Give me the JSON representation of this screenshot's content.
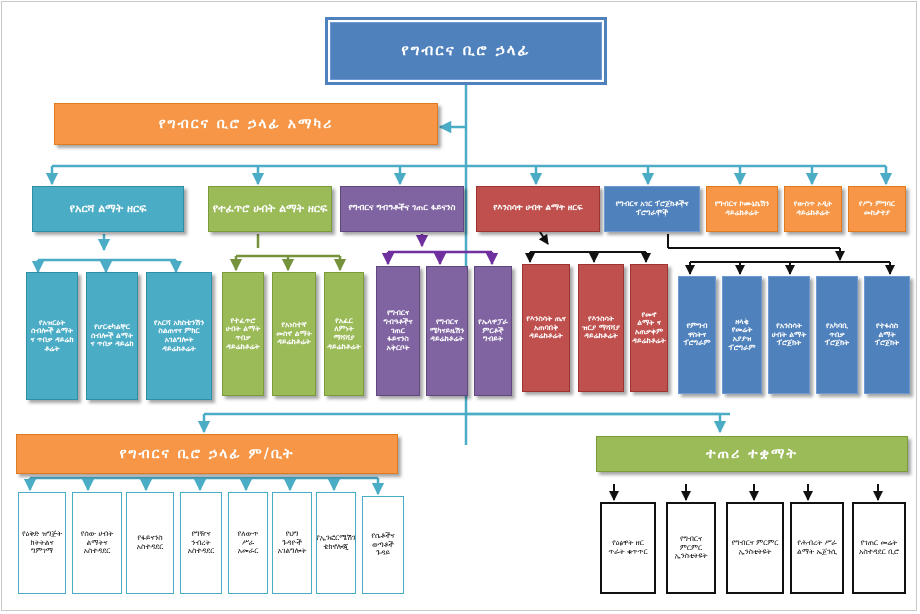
{
  "root": "የግብርና ቢሮ ኃላፊ",
  "deputy": "የግብርና ቢሮ ኃላፊ አማካሪ",
  "sectors": [
    "የአርሻ ልማት ዘርፍ",
    "የተፈጥሮ ሀብት ልማት ዘርፍ",
    "የግብርና ግብዓቶችና ገጠር ፋይናንስ",
    "የእንስሳት ሀብት ልማት ዘርፍ",
    "የግብርና አገር ፕሮጀክቶችና ፕሮግራሞች",
    "የግብርና ኮሙኒኬሽን ዳይሬክቶሬት",
    "የውስጥ ኦዲት ዳይሬክቶሬት",
    "የሥነ ምግባር መከታተያ"
  ],
  "crop_units": [
    "የአዝርዕት ሰብሎች ልማት ና ጥበቃ ዳይሬክ ቶሬት",
    "የሆርቲካልቸር ሰብሎች ልማት ና ጥበቃ ዳይሬክ",
    "የአርሻ አክስቴንሽን ስልጠናና ምክር አገልግሎት ዳይሬክቶሬት"
  ],
  "natural_units": [
    "የተፈጥሮ ሀብት ልማት ጥበቃ ዳይሬክቶሬት",
    "የአነስተኛ መስኖ ልማት ዳይሬክቶሬት",
    "የአፈር ለምነት ማሻሻያ ዳይሬክቶሬት"
  ],
  "input_units": [
    "የግብርና ግብዓቶችና ገጠር ፋይናንስ አቅርቦት",
    "የግብርና ሜካናይዜሽን ዳይሬክቶሬት",
    "የኤላዋፓራ ምርቶች ግብይት"
  ],
  "livestock_units": [
    "የእንስሳት ጤና አጠባበቅ ዳይሬክቶሬት",
    "የእንስሳት ዝርያ ማሻሻያ ዳይሬክቶሬት",
    "የመኖ ልማት ና አጠቃቀም ዳይሬክቶሬት"
  ],
  "project_units": [
    "የምግብ ዋስትና ፕሮግራም",
    "ዘላቂ የመሬት አያያዝ ፕሮግራም",
    "የአንስሳት ሀብት ልማት ፕሮጀክት",
    "የአካባቢ ጥበቃ ፕሮጀክት",
    "የተፋሰስ ልማት ፕሮጀክት"
  ],
  "support_head": "የግብርና ቢሮ ኃላፊ ም/ቢት",
  "support_units": [
    "የዕቅድ ዝግጅት ክትትልና ግምገማ",
    "የሰው ሀብት ልማትና አስተዳደር",
    "የፋይናንስ አስተዳደር",
    "የግዥና ንብረት አስተዳደር",
    "የለውጥ ሥራ አመራር",
    "የህግ ጉዳዮች አገልግሎት",
    "የኢንፎርሜሽን ቴክኖሎጂ",
    "የሴቶችና ወጣቶች ጉዳይ"
  ],
  "agency_head": "ተጠሪ ተቋማት",
  "agency_units": [
    "የዕፅዋት ዘር ጥራት ቁጥጥር",
    "የግብርና ምርምር ኢንስቲትዩት",
    "የግብርና ምርምር ኢንስቲትዩት",
    "የሕብረት ሥራ ልማት ኤጀንሲ",
    "የገጠር መሬት አስተዳደር ቢሮ"
  ]
}
